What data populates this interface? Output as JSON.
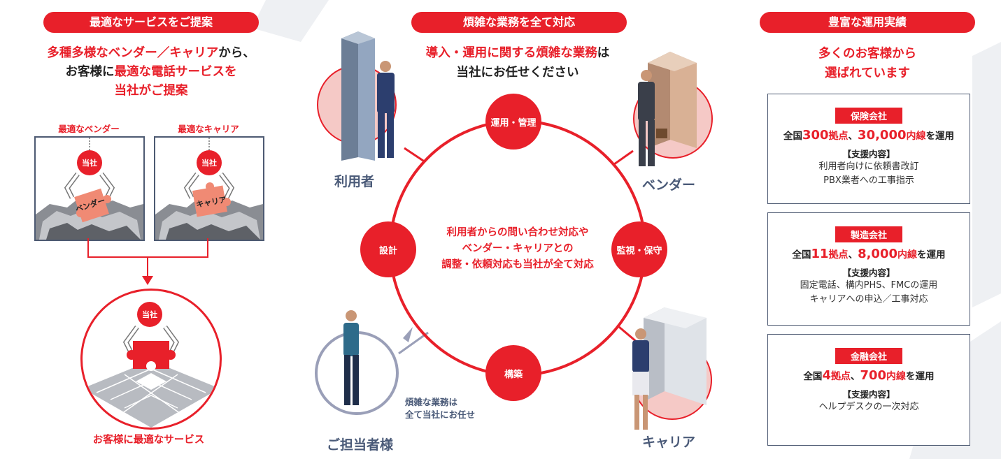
{
  "left": {
    "pill": "最適なサービスをご提案",
    "head1_a": "多種多様なベンダー／キャリア",
    "head1_b": "から、",
    "head2_a": "お客様に",
    "head2_b": "最適な電話サービスを",
    "head3": "当社がご提案",
    "vendor_label": "最適なベンダー",
    "carrier_label": "最適なキャリア",
    "badge": "当社",
    "vendor_piece": "ベンダー",
    "carrier_piece": "キャリア",
    "result_badge": "当社",
    "result_caption": "お客様に最適なサービス"
  },
  "center": {
    "pill": "煩雑な業務を全て対応",
    "head1_a": "導入・運用に関する煩雑な業務",
    "head1_b": "は",
    "head2": "当社にお任せください",
    "nodes": {
      "top": "運用・管理",
      "left": "設計",
      "right": "監視・保守",
      "bottom": "構築"
    },
    "center_text": [
      "利用者からの問い合わせ対応や",
      "ベンダー・キャリアとの",
      "調整・依頼対応も当社が全て対応"
    ],
    "roles": {
      "user": "利用者",
      "vendor": "ベンダー",
      "carrier": "キャリア",
      "staff": "ご担当者様"
    },
    "staff_note": [
      "煩雑な業務は",
      "全て当社にお任せ"
    ]
  },
  "right": {
    "pill": "豊富な運用実績",
    "head1": "多くのお客様から",
    "head2": "選ばれています",
    "cards": [
      {
        "tag": "保険会社",
        "pre": "全国",
        "n1": "300",
        "u1": "拠点",
        "sep": "、",
        "n2": "30,000",
        "u2": "内線",
        "post": "を運用",
        "sh": "【支援内容】",
        "lines": [
          "利用者向けに依頼書改訂",
          "PBX業者への工事指示"
        ]
      },
      {
        "tag": "製造会社",
        "pre": "全国",
        "n1": "11",
        "u1": "拠点",
        "sep": "、",
        "n2": "8,000",
        "u2": "内線",
        "post": "を運用",
        "sh": "【支援内容】",
        "lines": [
          "固定電話、構内PHS、FMCの運用",
          "キャリアへの申込／工事対応"
        ]
      },
      {
        "tag": "金融会社",
        "pre": "全国",
        "n1": "4",
        "u1": "拠点",
        "sep": "、",
        "n2": "700",
        "u2": "内線",
        "post": "を運用",
        "sh": "【支援内容】",
        "lines": [
          "ヘルプデスクの一次対応"
        ]
      }
    ]
  },
  "colors": {
    "accent": "#e8202a",
    "navy": "#4d5a72",
    "light_red": "#f5c9c6"
  }
}
